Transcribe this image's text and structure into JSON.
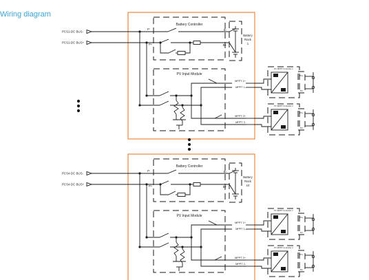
{
  "title": "Wiring diagram",
  "colors": {
    "frame": "#e8873e",
    "line": "#1a1a1a",
    "title": "#3aa6d6"
  },
  "units": [
    {
      "pcs_bus_minus": "PCS1-DC BUS-",
      "pcs_bus_plus": "PCS1-DC BUS+",
      "battery_controller": "Battery  Controller",
      "pv_module": "PV  Input  Module",
      "battery_rack": [
        "Battery",
        "Rack",
        "1"
      ],
      "b_minus": "B-",
      "b_plus": "B+",
      "p_minus": "P-",
      "p_plus": "P+",
      "mppt1_plus": "MPPT 1+",
      "mppt1_minus": "MPPT 1-",
      "mppt2_plus": "MPPT 2+",
      "mppt2_minus": "MPPT 2-",
      "ctrl1": "PV MPPT Controller 1",
      "ctrl2": "PV MPPT Controller 2",
      "pv_plus": "PV+",
      "pv_minus": "PV-"
    },
    {
      "pcs_bus_minus": "PCS4-DC BUS-",
      "pcs_bus_plus": "PCS4-DC BUS+",
      "battery_controller": "Battery  Controller",
      "pv_module": "PV  Input  Module",
      "battery_rack": [
        "Battery",
        "Rack",
        "10"
      ],
      "b_minus": "B-",
      "b_plus": "B+",
      "p_minus": "P-",
      "p_plus": "P+",
      "mppt1_plus": "MPPT 1+",
      "mppt1_minus": "MPPT 1-",
      "mppt2_plus": "MPPT 2+",
      "mppt2_minus": "MPPT 2-",
      "ctrl1": "PV MPPT Controller 1",
      "ctrl2": "PV MPPT Controller 2",
      "pv_plus": "PV+",
      "pv_minus": "PV-"
    }
  ]
}
